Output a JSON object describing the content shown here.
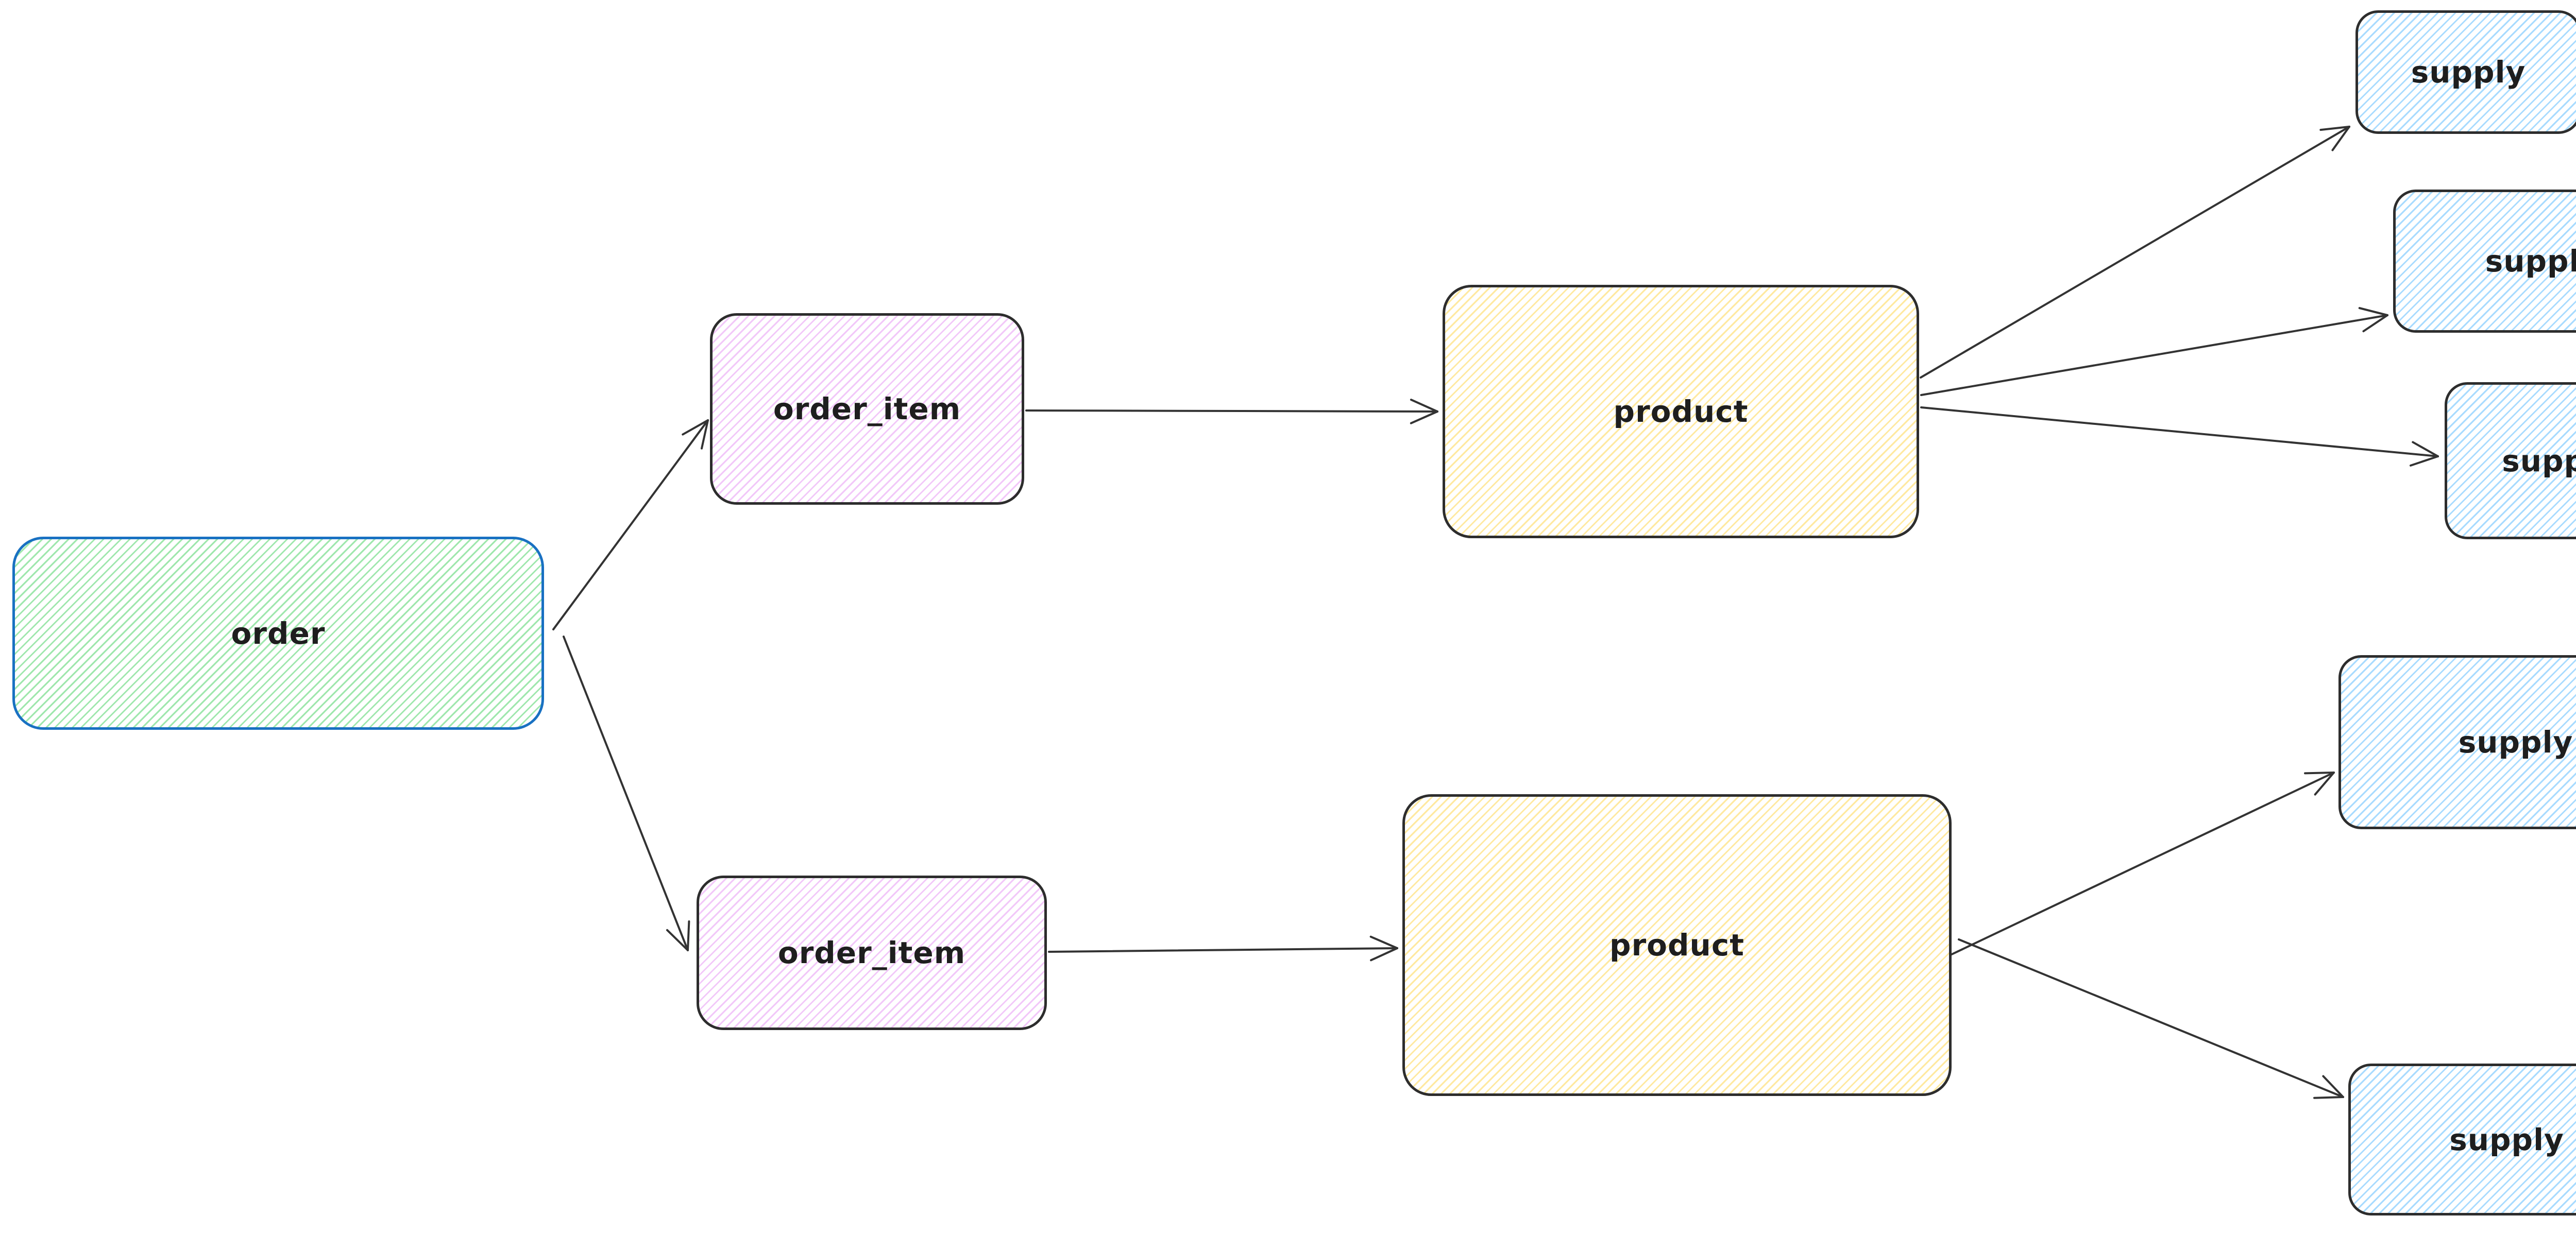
{
  "diagram": {
    "background_color": "#ffffff",
    "text_color": "#1e1e1e",
    "arrow_color": "#333333",
    "nodes": [
      {
        "id": "order",
        "label": "order",
        "stroke": "#1971c2",
        "hatch": "#9fe7ad"
      },
      {
        "id": "order_item_top",
        "label": "order_item",
        "stroke": "#2d2d2d",
        "hatch": "#f2c8f9"
      },
      {
        "id": "order_item_bot",
        "label": "order_item",
        "stroke": "#2d2d2d",
        "hatch": "#f2c8f9"
      },
      {
        "id": "product_top",
        "label": "product",
        "stroke": "#2d2d2d",
        "hatch": "#ffe9a0"
      },
      {
        "id": "product_bot",
        "label": "product",
        "stroke": "#2d2d2d",
        "hatch": "#ffe9a0"
      },
      {
        "id": "supply_1",
        "label": "supply",
        "stroke": "#2d2d2d",
        "hatch": "#a8dbff"
      },
      {
        "id": "supply_2",
        "label": "supply",
        "stroke": "#2d2d2d",
        "hatch": "#a8dbff"
      },
      {
        "id": "supply_3",
        "label": "supply",
        "stroke": "#2d2d2d",
        "hatch": "#a8dbff"
      },
      {
        "id": "supply_4",
        "label": "supply",
        "stroke": "#2d2d2d",
        "hatch": "#a8dbff"
      },
      {
        "id": "supply_5",
        "label": "supply",
        "stroke": "#2d2d2d",
        "hatch": "#a8dbff"
      }
    ],
    "edges": [
      {
        "id": "e1",
        "from": "order",
        "to": "order_item_top"
      },
      {
        "id": "e2",
        "from": "order",
        "to": "order_item_bot"
      },
      {
        "id": "e3",
        "from": "order_item_top",
        "to": "product_top"
      },
      {
        "id": "e4",
        "from": "product_top",
        "to": "supply_1"
      },
      {
        "id": "e5",
        "from": "product_top",
        "to": "supply_2"
      },
      {
        "id": "e6",
        "from": "product_top",
        "to": "supply_3"
      },
      {
        "id": "e7",
        "from": "order_item_bot",
        "to": "product_bot"
      },
      {
        "id": "e8",
        "from": "product_bot",
        "to": "supply_4"
      },
      {
        "id": "e9",
        "from": "product_bot",
        "to": "supply_5"
      }
    ]
  }
}
